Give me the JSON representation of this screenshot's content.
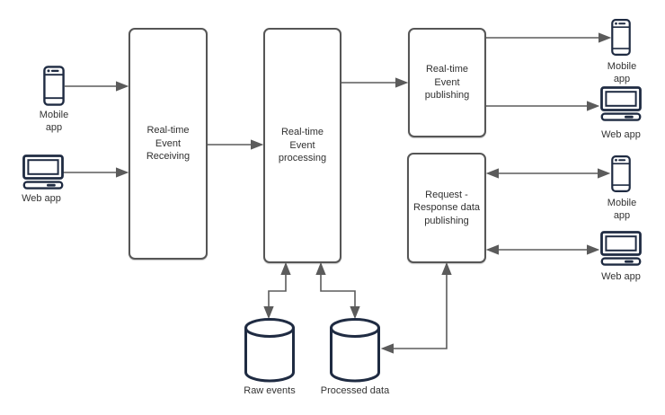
{
  "colors": {
    "background": "#ffffff",
    "connector": "#5b5b5b",
    "shape_border": "#565656",
    "icon_stroke": "#1f2b42",
    "text": "#333333"
  },
  "nodes": {
    "receiving": {
      "label": "Real-time\nEvent\nReceiving"
    },
    "processing": {
      "label": "Real-time\nEvent\nprocessing"
    },
    "publishing": {
      "label": "Real-time\nEvent\npublishing"
    },
    "request_response": {
      "label": "Request -\nResponse data\npublishing"
    }
  },
  "clients": {
    "mobile_left": {
      "type": "mobile",
      "label": "Mobile\napp"
    },
    "web_left": {
      "type": "web",
      "label": "Web app"
    },
    "mobile_top_right": {
      "type": "mobile",
      "label": "Mobile\napp"
    },
    "web_top_right": {
      "type": "web",
      "label": "Web app"
    },
    "mobile_bottom_right": {
      "type": "mobile",
      "label": "Mobile\napp"
    },
    "web_bottom_right": {
      "type": "web",
      "label": "Web app"
    }
  },
  "datastores": {
    "raw_events": {
      "label": "Raw events"
    },
    "processed_data": {
      "label": "Processed data"
    }
  },
  "edges": [
    {
      "from": "mobile_left",
      "to": "receiving",
      "direction": "one-way"
    },
    {
      "from": "web_left",
      "to": "receiving",
      "direction": "one-way"
    },
    {
      "from": "receiving",
      "to": "processing",
      "direction": "one-way"
    },
    {
      "from": "processing",
      "to": "publishing",
      "direction": "one-way"
    },
    {
      "from": "publishing",
      "to": "mobile_top_right",
      "direction": "one-way"
    },
    {
      "from": "publishing",
      "to": "web_top_right",
      "direction": "one-way"
    },
    {
      "from": "request_response",
      "to": "mobile_bottom_right",
      "direction": "two-way"
    },
    {
      "from": "request_response",
      "to": "web_bottom_right",
      "direction": "two-way"
    },
    {
      "from": "processing",
      "to": "raw_events",
      "direction": "two-way"
    },
    {
      "from": "processing",
      "to": "processed_data",
      "direction": "two-way"
    },
    {
      "from": "request_response",
      "to": "processed_data",
      "direction": "two-way"
    }
  ]
}
